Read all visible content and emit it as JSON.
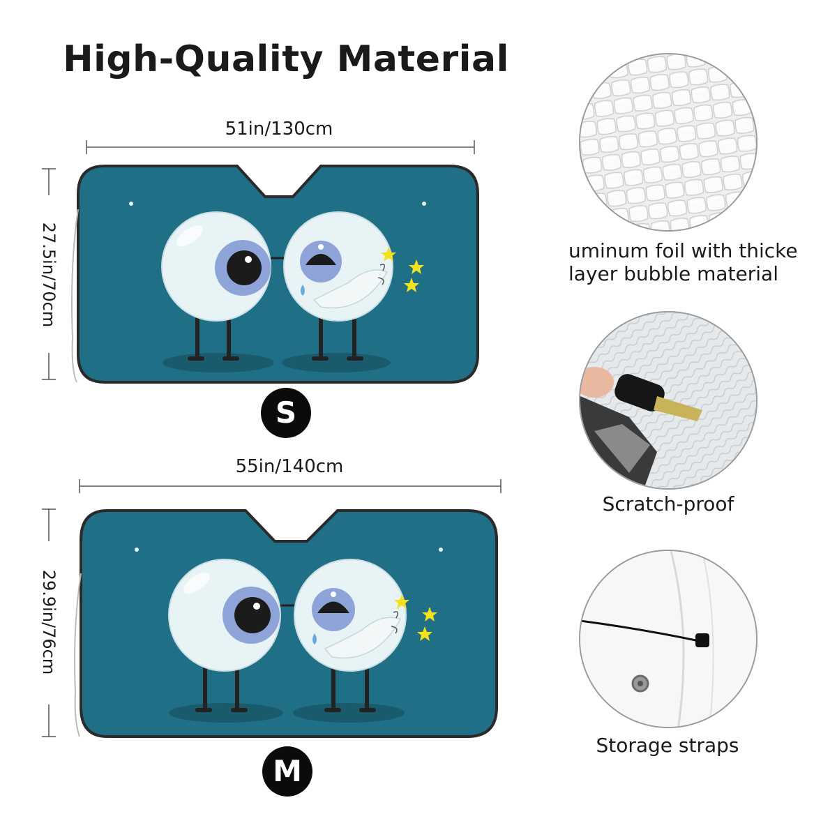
{
  "heading": "High-Quality Material",
  "sizes": [
    {
      "badge": "S",
      "width_label": "51in/130cm",
      "height_label": "27.5in/70cm"
    },
    {
      "badge": "M",
      "width_label": "55in/140cm",
      "height_label": "29.9in/76cm"
    }
  ],
  "features": [
    {
      "caption_line1": "uminum foil with thicken",
      "caption_line2": "layer bubble material",
      "icon": "bubble-foil-texture"
    },
    {
      "caption_line1": "Scratch-proof",
      "icon": "key-scratch-test"
    },
    {
      "caption_line1": "Storage straps",
      "icon": "storage-strap-grommet"
    }
  ],
  "colors": {
    "shade_fill": "#1f6f86",
    "shade_border": "#2a2a2a",
    "eye_white": "#e8f3f6",
    "iris": "#8ea3d8",
    "pupil": "#1b1b1b",
    "star": "#f3e21b",
    "tear": "#6aa7dc"
  }
}
